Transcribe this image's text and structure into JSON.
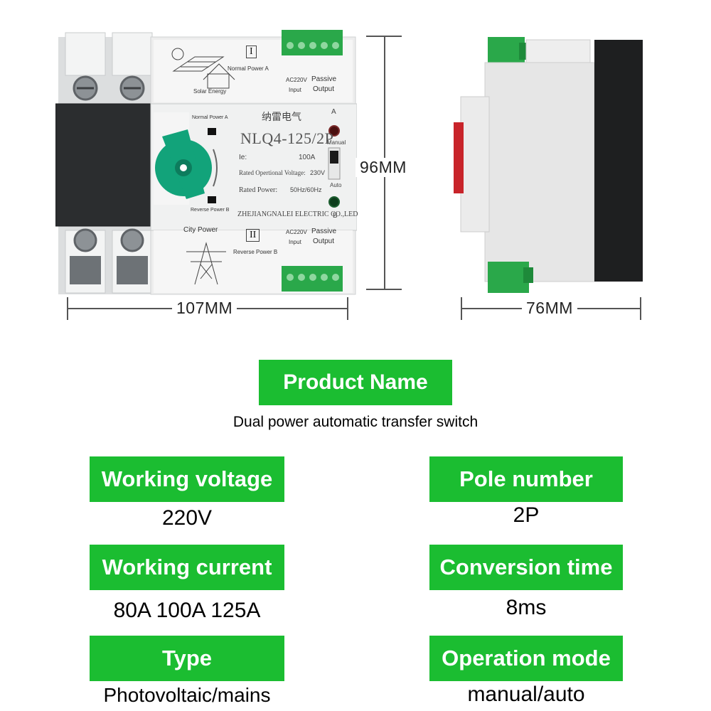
{
  "dimensions": {
    "width": "107MM",
    "height": "96MM",
    "depth": "76MM"
  },
  "device": {
    "brand_cn": "纳雷电气",
    "model": "NLQ4-125/2P",
    "ie_label": "Ie:",
    "ie_value": "100A",
    "rated_voltage_label": "Rated Opertional Voltage:",
    "rated_voltage_value": "230V",
    "rated_power_label": "Rated Power:",
    "rated_power_value": "50Hz/60Hz",
    "manufacturer": "ZHEJIANGNALEI ELECTRIC CO.,LED",
    "normal_power_a": "Normal Power A",
    "reverse_power_b": "Reverse Power B",
    "reverse_power_b_small": "Reverse Power B",
    "solar_energy": "Solar Energy",
    "city_power": "City Power",
    "roman_one": "I",
    "roman_two": "II",
    "ac220v": "AC220V",
    "input": "Input",
    "passive": "Passive",
    "output": "Output",
    "indicator_a": "A",
    "indicator_b": "B",
    "manual": "Manual",
    "auto": "Auto",
    "left_panel_text": "Normal Power A"
  },
  "specs": {
    "product_name_label": "Product Name",
    "product_name_value": "Dual power automatic transfer switch",
    "working_voltage_label": "Working voltage",
    "working_voltage_value": "220V",
    "pole_number_label": "Pole number",
    "pole_number_value": "2P",
    "working_current_label": "Working current",
    "working_current_value": "80A 100A 125A",
    "conversion_time_label": "Conversion time",
    "conversion_time_value": "8ms",
    "type_label": "Type",
    "type_value": "Photovoltaic/mains",
    "operation_mode_label": "Operation mode",
    "operation_mode_value": "manual/auto"
  },
  "colors": {
    "badge_green": "#1bbd31",
    "terminal_green": "#2aa84a",
    "handle_green": "#12a37a",
    "body_grey": "#e9eaea"
  }
}
